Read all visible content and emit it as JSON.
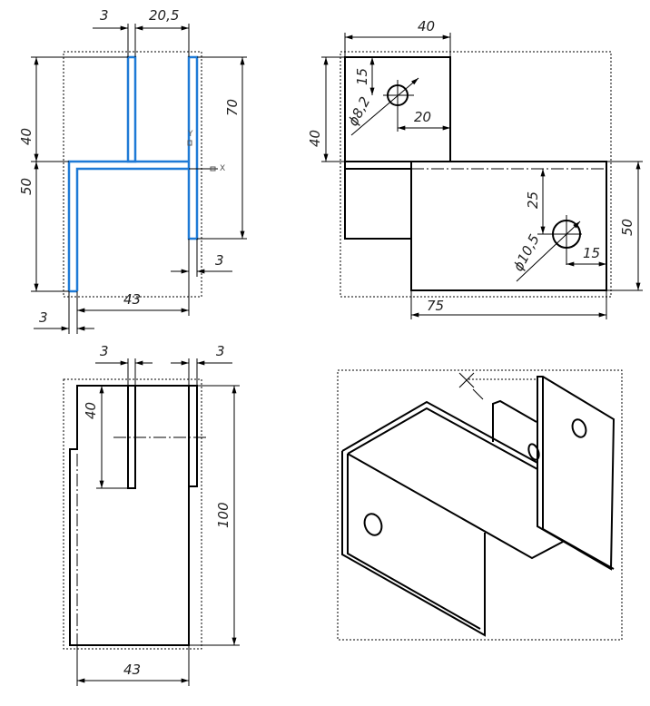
{
  "drawing": {
    "colors": {
      "selected_contour": "#1e7ad6",
      "line": "#000000"
    },
    "front_view": {
      "dim_top_thickness": "3",
      "dim_top_offset": "20,5",
      "dim_upper_height": "40",
      "dim_lower_height": "50",
      "dim_plate_height": "70",
      "dim_plate_thickness": "3",
      "dim_width": "43",
      "dim_left_thickness": "3",
      "axis_x": "X",
      "axis_y": "Y"
    },
    "top_view": {
      "dim_top_width": "40",
      "dim_left_height": "40",
      "dim_hole1_v": "15",
      "dim_hole1_h": "20",
      "dim_hole1_dia": "ϕ8,2",
      "dim_hole2_v": "25",
      "dim_right_height": "50",
      "dim_hole2_h": "15",
      "dim_hole2_dia": "ϕ10,5",
      "dim_bottom_width": "75"
    },
    "side_view": {
      "dim_slot_left": "3",
      "dim_slot_right": "3",
      "dim_slot_depth": "40",
      "dim_height": "100",
      "dim_width": "43"
    }
  }
}
